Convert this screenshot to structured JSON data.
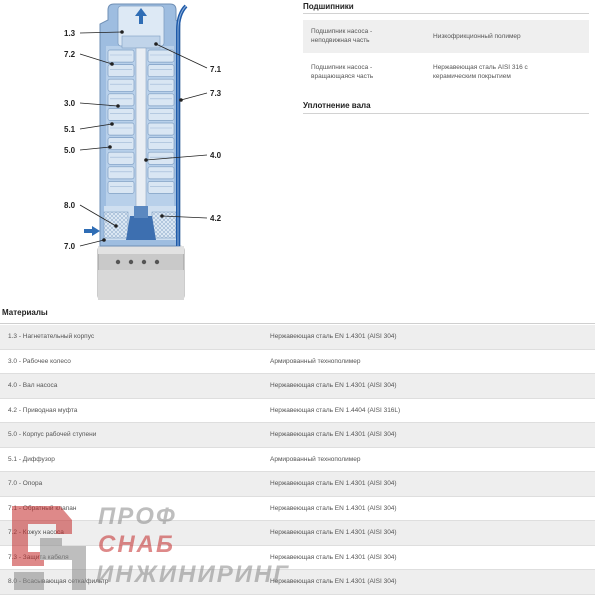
{
  "diagram": {
    "callouts": {
      "c13": "1.3",
      "c72": "7.2",
      "c30": "3.0",
      "c51": "5.1",
      "c50": "5.0",
      "c80": "8.0",
      "c70": "7.0",
      "c71": "7.1",
      "c73": "7.3",
      "c40": "4.0",
      "c42": "4.2"
    },
    "colors": {
      "body_fill": "#a9c6e6",
      "stage_fill": "#c9dcef",
      "cable": "#1f5aa8",
      "arrow": "#2f6db5",
      "motor": "#c4c4c4"
    }
  },
  "bearings": {
    "title": "Подшипники",
    "rows": [
      {
        "part_line1": "Подшипник насоса -",
        "part_line2": "неподвижная часть",
        "material_line1": "Низкофрикционный полимер",
        "material_line2": ""
      },
      {
        "part_line1": "Подшипник насоса -",
        "part_line2": "вращающаяся часть",
        "material_line1": "Нержавеющая сталь AISI 316 с",
        "material_line2": "керамическим покрытием"
      }
    ]
  },
  "seal": {
    "title": "Уплотнение вала"
  },
  "materials": {
    "title": "Материалы",
    "rows": [
      {
        "part": "1.3 - Нагнетательный корпус",
        "material": "Нержавеющая сталь EN 1.4301 (AISI 304)"
      },
      {
        "part": "3.0 - Рабочее колесо",
        "material": "Армированный технополимер"
      },
      {
        "part": "4.0 - Вал насоса",
        "material": "Нержавеющая сталь EN 1.4301 (AISI 304)"
      },
      {
        "part": "4.2 - Приводная муфта",
        "material": "Нержавеющая сталь EN 1.4404 (AISI 316L)"
      },
      {
        "part": "5.0 - Корпус рабочей ступени",
        "material": "Нержавеющая сталь EN 1.4301 (AISI 304)"
      },
      {
        "part": "5.1 - Диффузор",
        "material": "Армированный технополимер"
      },
      {
        "part": "7.0 - Опора",
        "material": "Нержавеющая сталь EN 1.4301 (AISI 304)"
      },
      {
        "part": "7.1 - Обратный клапан",
        "material": "Нержавеющая сталь EN 1.4301 (AISI 304)"
      },
      {
        "part": "7.2 - Кожух насоса",
        "material": "Нержавеющая сталь EN 1.4301 (AISI 304)"
      },
      {
        "part": "7.3 - Защита кабеля",
        "material": "Нержавеющая сталь EN 1.4301 (AISI 304)"
      },
      {
        "part": "8.0 - Всасывающая сетка/фильтр",
        "material": "Нержавеющая сталь EN 1.4301 (AISI 304)"
      }
    ]
  },
  "watermark": {
    "line1": "ПРОФ",
    "line2": "СНАБ",
    "line3": "ИНЖИНИРИНГ",
    "colors": {
      "logo_red": "#c42a2a",
      "logo_gray": "#8a8a8a"
    }
  }
}
